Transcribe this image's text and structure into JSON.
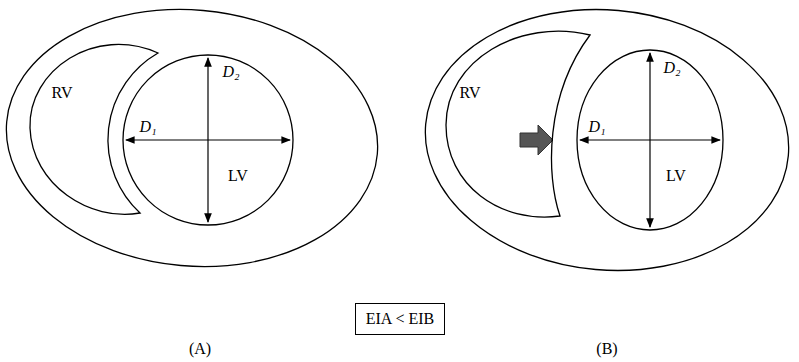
{
  "diagram": {
    "nodes": [
      {
        "text": [
          "RV"
        ]
      },
      {
        "text": [
          "LV"
        ]
      },
      {
        "text": [
          "EIA < EIB"
        ]
      },
      {
        "text": [
          "RV"
        ]
      },
      {
        "text": [
          "LV"
        ]
      }
    ],
    "labels": [
      "D₂",
      "D₁",
      "D₂",
      "D₁",
      "(A)",
      "(B)"
    ]
  }
}
